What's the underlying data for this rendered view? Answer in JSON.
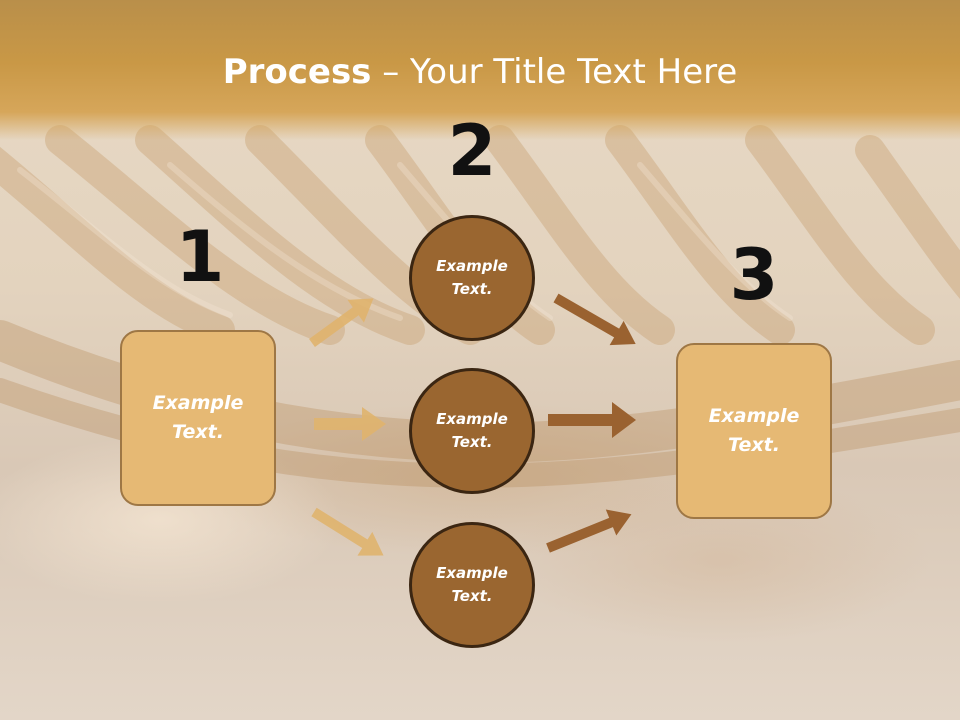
{
  "title": {
    "bold": "Process",
    "rest": " – Your Title Text Here"
  },
  "steps": [
    {
      "number": "1",
      "text": "Example\nText."
    },
    {
      "number": "2",
      "nodes": [
        {
          "text": "Example\nText."
        },
        {
          "text": "Example\nText."
        },
        {
          "text": "Example\nText."
        }
      ]
    },
    {
      "number": "3",
      "text": "Example\nText."
    }
  ],
  "colors": {
    "header": "#c99846",
    "box_fill": "#e6b974",
    "circle_fill": "#9a6630",
    "arrow_light": "#e0b46e",
    "arrow_dark": "#9a6230"
  }
}
